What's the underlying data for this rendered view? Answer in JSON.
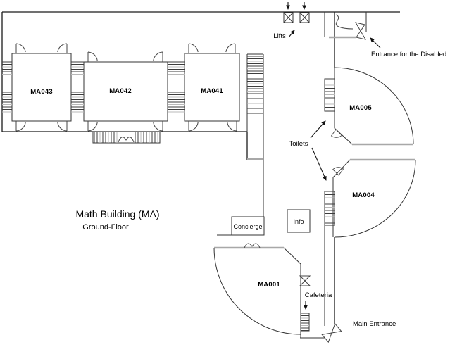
{
  "diagram": {
    "title": "Math Building (MA)",
    "subtitle": "Ground-Floor",
    "rooms": [
      {
        "id": "MA043",
        "label": "MA043"
      },
      {
        "id": "MA042",
        "label": "MA042"
      },
      {
        "id": "MA041",
        "label": "MA041"
      },
      {
        "id": "MA005",
        "label": "MA005"
      },
      {
        "id": "MA004",
        "label": "MA004"
      },
      {
        "id": "MA001",
        "label": "MA001"
      }
    ],
    "areas": {
      "concierge": "Concierge",
      "info": "Info"
    },
    "annotations": {
      "lifts": "Lifts",
      "toilets": "Toilets",
      "entrance_disabled": "Entrance for the Disabled",
      "main_entrance": "Main Entrance",
      "cafeteria": "Cafeteria"
    },
    "colors": {
      "background": "#ffffff",
      "wall": "#1b1b1b",
      "gray_wall": "#a8a8a8",
      "text": "#000000"
    }
  }
}
